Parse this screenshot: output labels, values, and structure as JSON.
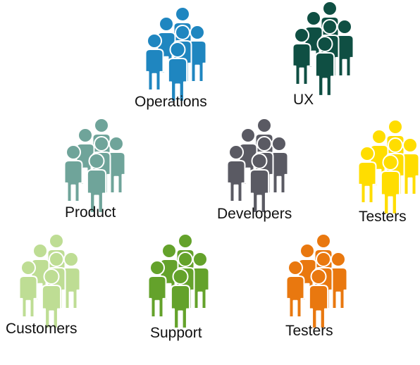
{
  "groups": [
    {
      "id": "operations",
      "label": "Operations",
      "color": "#1f86c0",
      "icon": "people-crowd-icon"
    },
    {
      "id": "ux",
      "label": "UX",
      "color": "#0f4f43",
      "icon": "people-crowd-icon"
    },
    {
      "id": "product",
      "label": "Product",
      "color": "#6fa49a",
      "icon": "people-crowd-icon"
    },
    {
      "id": "developers",
      "label": "Developers",
      "color": "#5a5a63",
      "icon": "people-crowd-icon"
    },
    {
      "id": "testers-yellow",
      "label": "Testers",
      "color": "#ffdd00",
      "icon": "people-crowd-icon"
    },
    {
      "id": "customers",
      "label": "Customers",
      "color": "#bedd94",
      "icon": "people-crowd-icon"
    },
    {
      "id": "support",
      "label": "Support",
      "color": "#64a22b",
      "icon": "people-crowd-icon"
    },
    {
      "id": "testers-orange",
      "label": "Testers",
      "color": "#e9780f",
      "icon": "people-crowd-icon"
    }
  ]
}
